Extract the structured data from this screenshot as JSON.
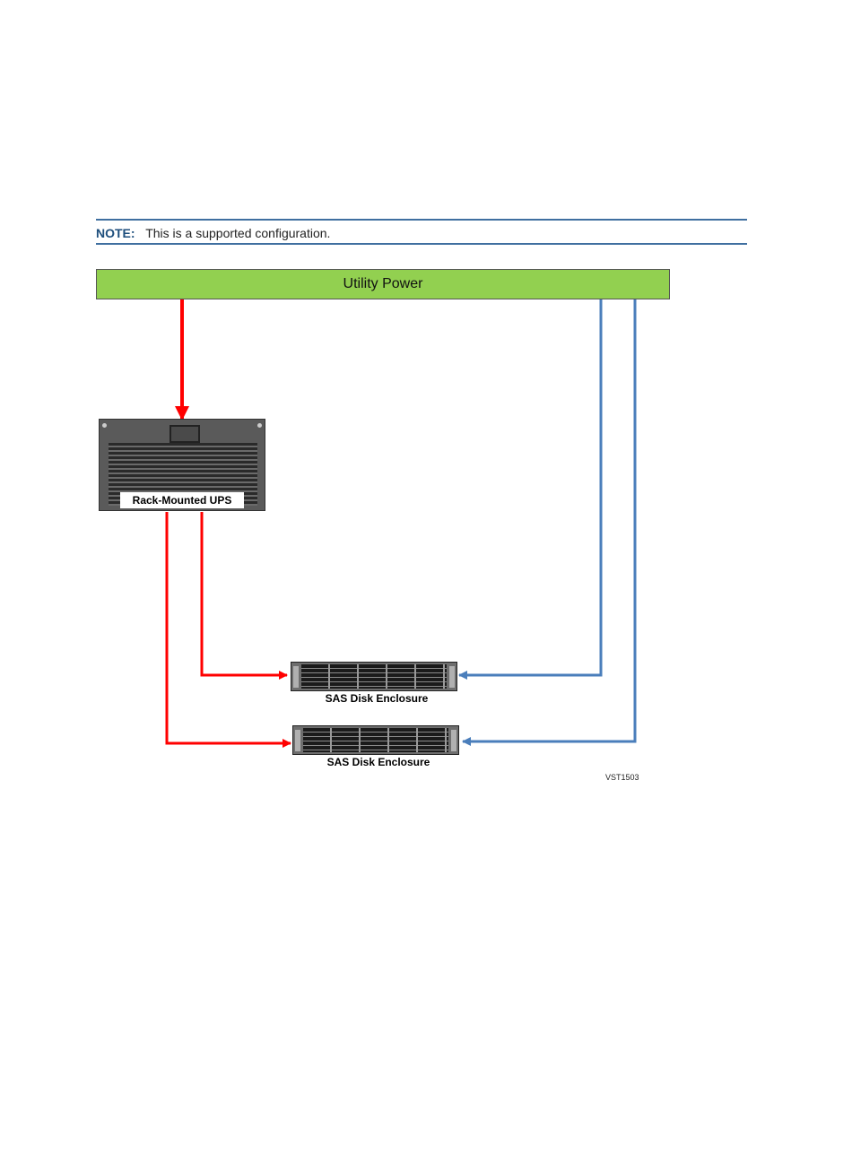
{
  "note": {
    "label": "NOTE:",
    "text": "This is a supported configuration."
  },
  "diagram": {
    "utility_power": "Utility Power",
    "ups_label": "Rack-Mounted UPS",
    "enclosure_1_label": "SAS Disk Enclosure",
    "enclosure_2_label": "SAS Disk Enclosure",
    "figure_id": "VST1503"
  },
  "colors": {
    "ups_power": "#ff0000",
    "utility_power": "#4a7ebb",
    "utility_bar": "#92d050",
    "note_rule": "#3f6fa0"
  }
}
